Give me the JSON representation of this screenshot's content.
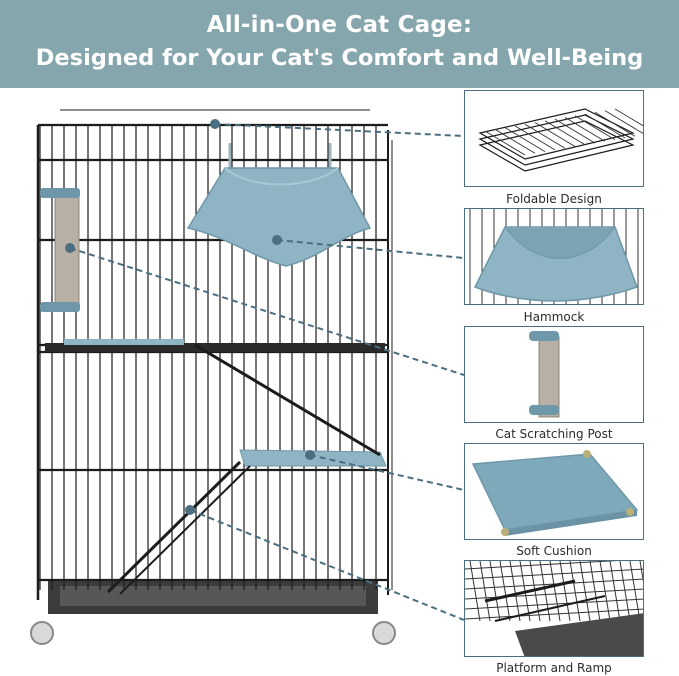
{
  "header": {
    "line1": "All-in-One Cat Cage:",
    "line2": "Designed for Your Cat's Comfort and Well-Being"
  },
  "colors": {
    "banner": "#86a6ae",
    "accent": "#6f97aa",
    "wire": "#1c1c1c",
    "panel_border": "#4b6f80"
  },
  "features": [
    {
      "label": "Foldable Design"
    },
    {
      "label": "Hammock"
    },
    {
      "label": "Cat Scratching Post"
    },
    {
      "label": "Soft Cushion"
    },
    {
      "label": "Platform and Ramp"
    }
  ]
}
